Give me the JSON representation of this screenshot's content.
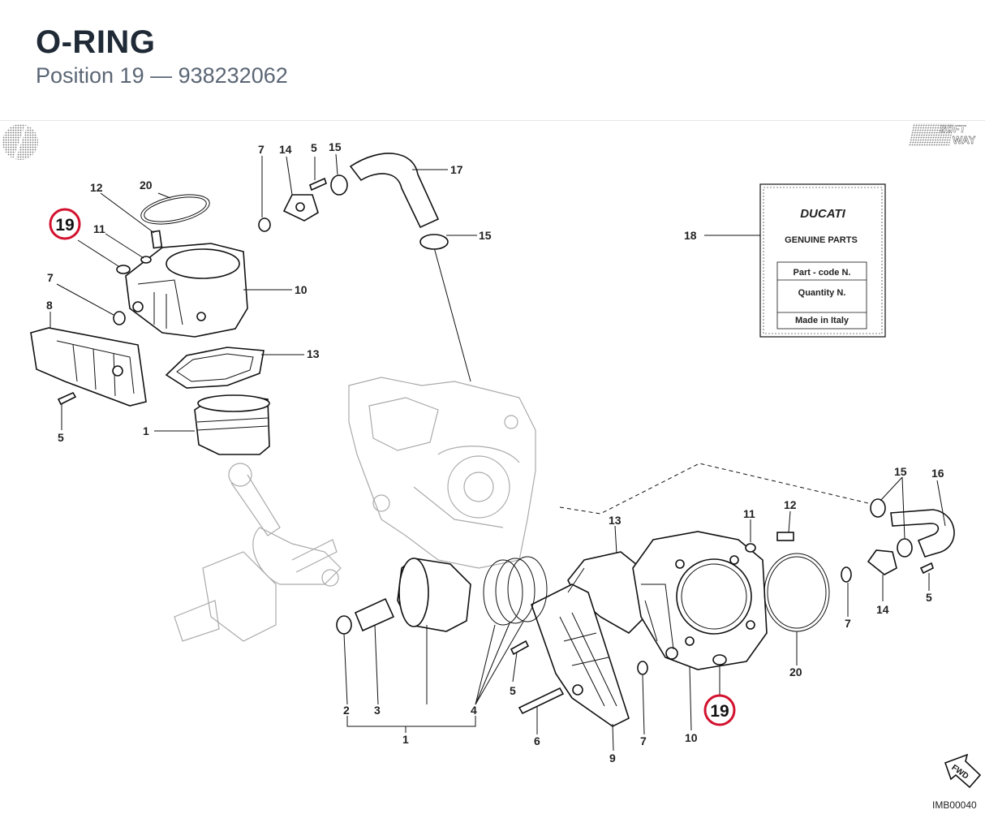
{
  "header": {
    "title": "O-RING",
    "subtitle": "Position 19 — 938232062"
  },
  "diagram": {
    "highlight_color": "#d2122e",
    "highlight_label": "19",
    "labels_left": [
      "7",
      "14",
      "5",
      "15",
      "17",
      "20",
      "12",
      "11",
      "7",
      "8",
      "10",
      "15",
      "13",
      "1",
      "5"
    ],
    "labels_right": [
      "15",
      "16",
      "11",
      "12",
      "13",
      "14",
      "5",
      "7",
      "20",
      "2",
      "3",
      "4",
      "1",
      "5",
      "6",
      "9",
      "7",
      "10"
    ],
    "card": {
      "brand": "DUCATI",
      "line1": "GENUINE PARTS",
      "line2": "Part - code N.",
      "line3": "Quantity N.",
      "line4": "Made in Italy",
      "callout": "18"
    },
    "logo_top": "SOFT",
    "logo_bottom": "WAY",
    "fwd": "FWD",
    "code": "IMB00040"
  }
}
